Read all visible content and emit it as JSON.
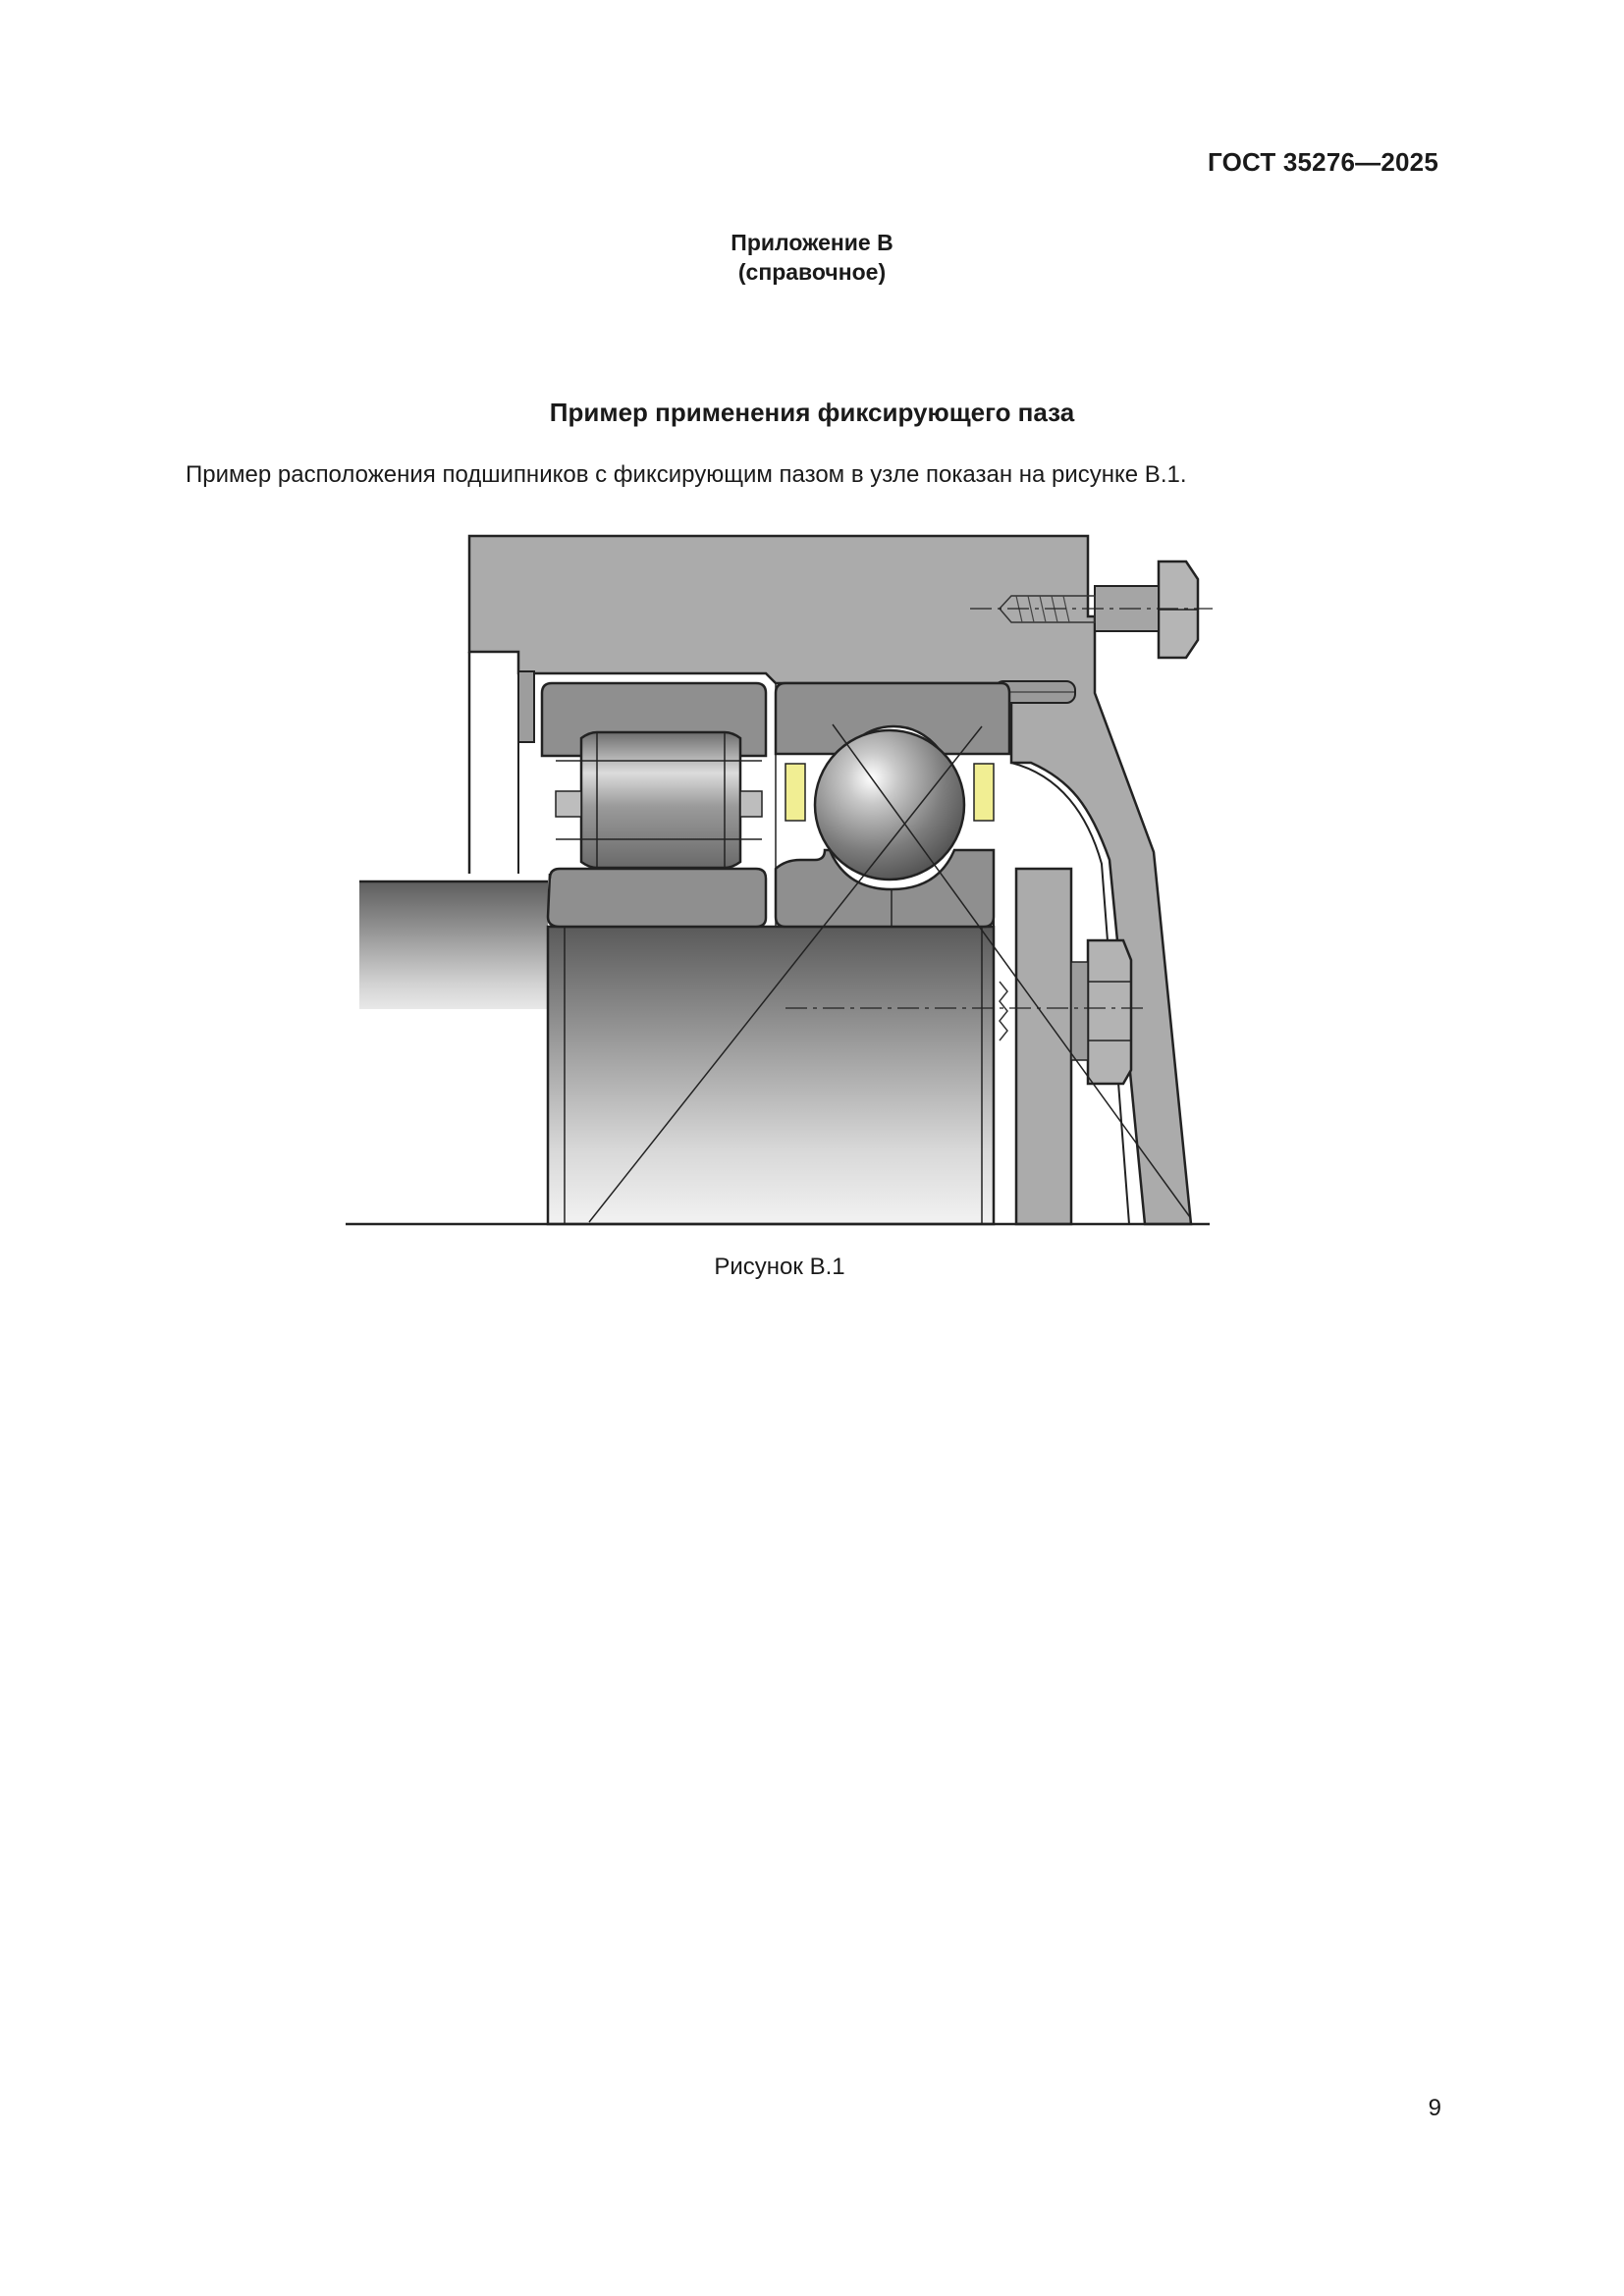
{
  "header": {
    "document_code": "ГОСТ 35276—2025"
  },
  "appendix": {
    "title": "Приложение В",
    "status": "(справочное)"
  },
  "section": {
    "title": "Пример применения фиксирующего паза"
  },
  "body": {
    "paragraph": "Пример расположения подшипников с фиксирующим пазом в узле показан на рисунке В.1."
  },
  "figure": {
    "caption": "Рисунок В.1"
  },
  "footer": {
    "page_number": "9"
  }
}
